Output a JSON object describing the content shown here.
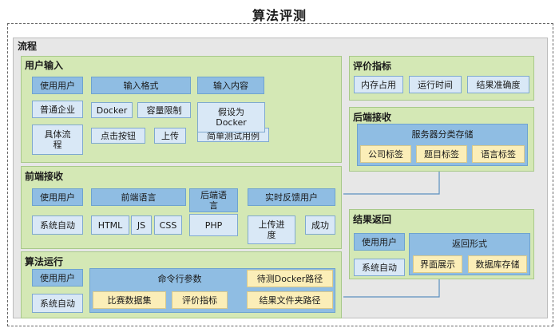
{
  "title": "算法评测",
  "flow_label": "流程",
  "user_input": {
    "title": "用户输入",
    "use_user": "使用用户",
    "input_format": "输入格式",
    "input_content": "输入内容",
    "normal_company": "普通企业",
    "docker": "Docker",
    "capacity_limit": "容量限制",
    "assume_docker": "假设为\nDocker",
    "simple_test": "简单测试用例",
    "specific_flow": "具体流\n程",
    "click_button": "点击按钮",
    "upload": "上传"
  },
  "backend_receive": {
    "title": "前端接收",
    "use_user": "使用用户",
    "frontend_lang": "前端语言",
    "backend_lang": "后端语\n言",
    "realtime_feedback": "实时反馈用户",
    "system_auto": "系统自动",
    "html": "HTML",
    "js": "JS",
    "css": "CSS",
    "php": "PHP",
    "upload_progress": "上传进\n度",
    "success": "成功"
  },
  "algo_run": {
    "title": "算法运行",
    "use_user": "使用用户",
    "cmd_params": "命令行参数",
    "docker_path": "待测Docker路径",
    "system_auto": "系统自动",
    "contest_dataset": "比赛数据集",
    "eval_metrics": "评价指标",
    "result_folder": "结果文件夹路径"
  },
  "eval_metrics": {
    "title": "评价指标",
    "memory": "内存占用",
    "runtime": "运行时间",
    "accuracy": "结果准确度"
  },
  "backend_store": {
    "title": "后端接收",
    "server_store": "服务器分类存储",
    "company_tag": "公司标签",
    "problem_tag": "题目标签",
    "lang_tag": "语言标签"
  },
  "result_return": {
    "title": "结果返回",
    "use_user": "使用用户",
    "return_form": "返回形式",
    "system_auto": "系统自动",
    "ui_display": "界面展示",
    "db_store": "数据库存储"
  }
}
